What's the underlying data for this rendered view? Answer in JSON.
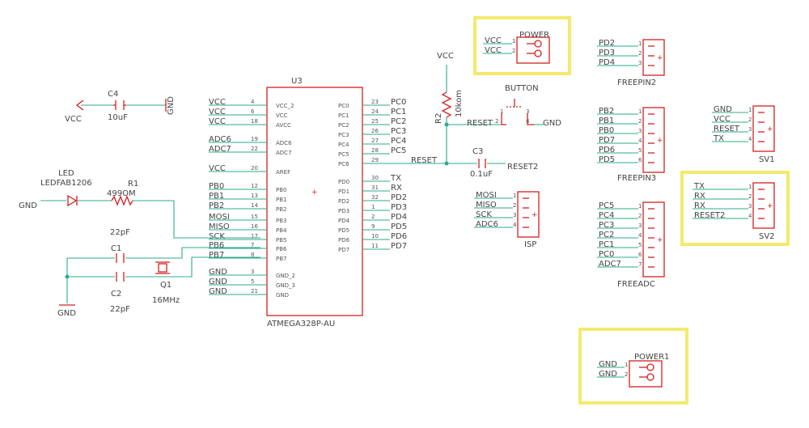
{
  "mcu": {
    "name": "U3",
    "part": "ATMEGA328P-AU",
    "left_pins": [
      {
        "num": "4",
        "label": "VCC_2",
        "net": "VCC"
      },
      {
        "num": "6",
        "label": "VCC",
        "net": "VCC"
      },
      {
        "num": "18",
        "label": "AVCC",
        "net": "VCC"
      },
      {
        "num": "19",
        "label": "ADC6",
        "net": "ADC6"
      },
      {
        "num": "22",
        "label": "ADC7",
        "net": "ADC7"
      },
      {
        "num": "20",
        "label": "AREF",
        "net": "VCC"
      },
      {
        "num": "12",
        "label": "PB0",
        "net": "PB0"
      },
      {
        "num": "13",
        "label": "PB1",
        "net": "PB1"
      },
      {
        "num": "14",
        "label": "PB2",
        "net": "PB2"
      },
      {
        "num": "15",
        "label": "PB3",
        "net": "MOSI"
      },
      {
        "num": "16",
        "label": "PB4",
        "net": "MISO"
      },
      {
        "num": "17",
        "label": "PB5",
        "net": "SCK"
      },
      {
        "num": "7",
        "label": "PB6",
        "net": "PB6"
      },
      {
        "num": "8",
        "label": "PB7",
        "net": "PB7"
      },
      {
        "num": "3",
        "label": "GND_2",
        "net": "GND"
      },
      {
        "num": "5",
        "label": "GND_3",
        "net": "GND"
      },
      {
        "num": "21",
        "label": "GND",
        "net": "GND"
      }
    ],
    "right_pins": [
      {
        "num": "23",
        "label": "PC0",
        "net": "PC0"
      },
      {
        "num": "24",
        "label": "PC1",
        "net": "PC1"
      },
      {
        "num": "25",
        "label": "PC2",
        "net": "PC2"
      },
      {
        "num": "26",
        "label": "PC3",
        "net": "PC3"
      },
      {
        "num": "27",
        "label": "PC4",
        "net": "PC4"
      },
      {
        "num": "28",
        "label": "PC5",
        "net": "PC5"
      },
      {
        "num": "29",
        "label": "PC6",
        "net": "RESET"
      },
      {
        "num": "30",
        "label": "PD0",
        "net": "TX"
      },
      {
        "num": "31",
        "label": "PD1",
        "net": "RX"
      },
      {
        "num": "32",
        "label": "PD2",
        "net": "PD2"
      },
      {
        "num": "1",
        "label": "PD3",
        "net": "PD3"
      },
      {
        "num": "2",
        "label": "PD4",
        "net": "PD4"
      },
      {
        "num": "9",
        "label": "PD5",
        "net": "PD5"
      },
      {
        "num": "10",
        "label": "PD6",
        "net": "PD6"
      },
      {
        "num": "11",
        "label": "PD7",
        "net": "PD7"
      }
    ]
  },
  "c4": {
    "name": "C4",
    "value": "10uF",
    "net_left": "VCC",
    "net_right": "GND"
  },
  "led": {
    "name": "LED",
    "value": "LEDFAB1206",
    "net": "GND"
  },
  "r1": {
    "name": "R1",
    "value": "499OM"
  },
  "c1": {
    "name": "C1",
    "value": "22pF"
  },
  "c2": {
    "name": "C2",
    "value": "22pF"
  },
  "q1": {
    "name": "Q1",
    "value": "16MHz"
  },
  "gnd_bottom": "GND",
  "r2": {
    "name": "R2",
    "value": "10kom",
    "net": "VCC"
  },
  "button": {
    "name": "BUTTON",
    "net_left": "RESET",
    "net_right": "GND",
    "pins": [
      "1",
      "2",
      "3",
      "4"
    ]
  },
  "c3": {
    "name": "C3",
    "value": "0.1uF",
    "net": "RESET2"
  },
  "power": {
    "name": "POWER",
    "nets": [
      "VCC",
      "VCC"
    ],
    "pins": [
      "1",
      "2"
    ]
  },
  "power1": {
    "name": "POWER1",
    "nets": [
      "GND",
      "GND"
    ],
    "pins": [
      "1",
      "2"
    ]
  },
  "isp": {
    "name": "ISP",
    "nets": [
      "MOSI",
      "MISO",
      "SCK",
      "ADC6"
    ],
    "pins": [
      "1",
      "2",
      "3",
      "4"
    ]
  },
  "freepin2": {
    "name": "FREEPIN2",
    "nets": [
      "PD2",
      "PD3",
      "PD4"
    ],
    "pins": [
      "1",
      "2",
      "3"
    ]
  },
  "freepin3": {
    "name": "FREEPIN3",
    "nets": [
      "PB2",
      "PB1",
      "PB0",
      "PD7",
      "PD6",
      "PD5"
    ],
    "pins": [
      "1",
      "2",
      "3",
      "4",
      "5",
      "6"
    ]
  },
  "freeadc": {
    "name": "FREEADC",
    "nets": [
      "PC5",
      "PC4",
      "PC3",
      "PC2",
      "PC1",
      "PC0",
      "ADC7"
    ],
    "pins": [
      "1",
      "2",
      "3",
      "4",
      "5",
      "6",
      "7"
    ]
  },
  "sv1": {
    "name": "SV1",
    "nets": [
      "GND",
      "VCC",
      "RESET",
      "TX"
    ],
    "pins": [
      "1",
      "2",
      "3",
      "4"
    ]
  },
  "sv2": {
    "name": "SV2",
    "nets": [
      "TX",
      "RX",
      "RX",
      "RESET2"
    ],
    "pins": [
      "1",
      "2",
      "3",
      "4"
    ]
  },
  "colors": {
    "component": "#d42020",
    "wire": "#2bab8e",
    "highlight": "#f3ea6e",
    "text": "#444444"
  }
}
